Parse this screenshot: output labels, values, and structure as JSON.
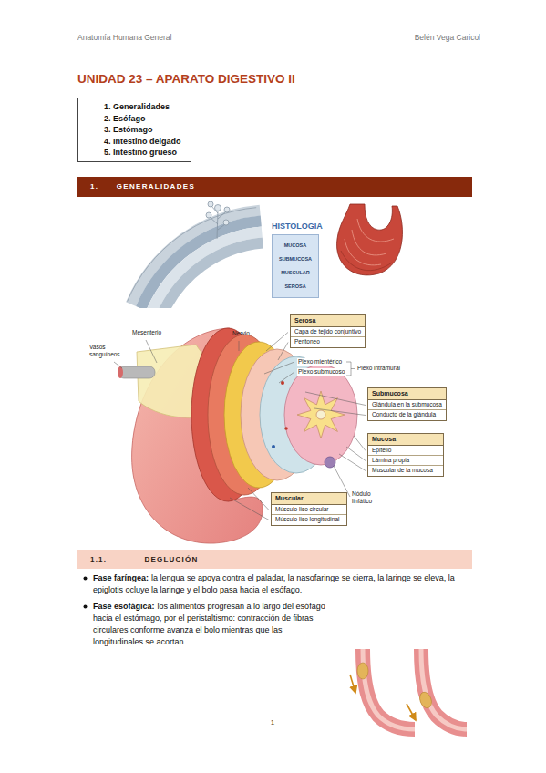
{
  "diagram": {
    "title": "UNIDAD 23 – APARATO DIGESTIVO II",
    "nodes": [
      {
        "text": [
          "1. Generalidades",
          "2. Esófago",
          "3. Estómago",
          "4. Intestino delgado",
          "5. Intestino grueso"
        ]
      },
      {
        "text": [
          "1. GENERALIDADES"
        ]
      },
      {
        "text": [
          "HISTOLOGÍA",
          "MUCOSA",
          "SUBMUCOSA",
          "MUSCULAR",
          "SEROSA"
        ]
      },
      {
        "text": [
          "Serosa",
          "Capa de tejido conjuntivo",
          "Peritoneo"
        ]
      },
      {
        "text": [
          "Submucosa",
          "Glándula en la submucosa",
          "Conducto de la glándula"
        ]
      },
      {
        "text": [
          "Mucosa",
          "Epitelio",
          "Lámina propia",
          "Muscular de la mucosa"
        ]
      },
      {
        "text": [
          "Muscular",
          "Músculo liso circular",
          "Músculo liso longitudinal"
        ]
      },
      {
        "text": [
          "1.1. DEGLUCIÓN"
        ]
      }
    ],
    "labels": [
      "Anatomía Humana General",
      "Belén Vega Caricol",
      "Mesenterio",
      "Vasos sanguíneos",
      "Nervio",
      "Plexo mientérico",
      "Plexo submucoso",
      "Plexo intramural",
      "Nódulo linfático",
      "Fase faríngea:",
      "la lengua se apoya contra el paladar, la nasofaringe se cierra, la laringe se eleva, la epiglotis ocluye la laringe y el bolo pasa hacia el esófago.",
      "Fase esofágica:",
      "los alimentos progresan a lo largo del esófago hacia el estómago, por el peristaltismo: contracción de fibras circulares conforme avanza el bolo mientras que las longitudinales se acortan.",
      "1"
    ]
  }
}
